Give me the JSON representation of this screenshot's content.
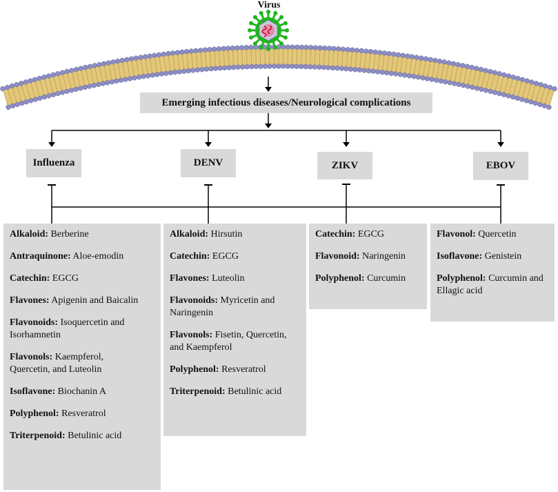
{
  "virus_label": "Virus",
  "disease_label": "Emerging infectious diseases/Neurological complications",
  "viruses": [
    {
      "name": "Influenza",
      "compounds": [
        {
          "class": "Alkaloid:",
          "names": "Berberine"
        },
        {
          "class": "Antraquinone:",
          "names": "Aloe-emodin"
        },
        {
          "class": "Catechin:",
          "names": "EGCG"
        },
        {
          "class": "Flavones:",
          "names": "Apigenin and Baicalin"
        },
        {
          "class": "Flavonoids:",
          "names": "Isoquercetin and Isorhamnetin"
        },
        {
          "class": "Flavonols:",
          "names": "Kaempferol, Quercetin, and Luteolin"
        },
        {
          "class": "Isoflavone:",
          "names": "Biochanin A"
        },
        {
          "class": "Polyphenol:",
          "names": "Resveratrol"
        },
        {
          "class": "Triterpenoid:",
          "names": "Betulinic acid"
        }
      ]
    },
    {
      "name": "DENV",
      "compounds": [
        {
          "class": "Alkaloid:",
          "names": "Hirsutin"
        },
        {
          "class": "Catechin:",
          "names": "EGCG"
        },
        {
          "class": "Flavones:",
          "names": "Luteolin"
        },
        {
          "class": "Flavonoids:",
          "names": "Myricetin and Naringenin"
        },
        {
          "class": "Flavonols:",
          "names": "Fisetin, Quercetin, and Kaempferol"
        },
        {
          "class": "Polyphenol:",
          "names": "Resveratrol"
        },
        {
          "class": "Triterpenoid:",
          "names": "Betulinic acid"
        }
      ]
    },
    {
      "name": "ZIKV",
      "compounds": [
        {
          "class": "Catechin:",
          "names": "EGCG"
        },
        {
          "class": "Flavonoid:",
          "names": "Naringenin"
        },
        {
          "class": "Polyphenol:",
          "names": "Curcumin"
        }
      ]
    },
    {
      "name": "EBOV",
      "compounds": [
        {
          "class": "Flavonol:",
          "names": "Quercetin"
        },
        {
          "class": "Isoflavone:",
          "names": "Genistein"
        },
        {
          "class": "Polyphenol:",
          "names": "Curcumin and Ellagic acid"
        }
      ]
    }
  ],
  "colors": {
    "membrane_head": "#8c8ec4",
    "membrane_tail": "#e3c77a",
    "virus_spike": "#1fb51f",
    "virus_capsid": "#c9c9de",
    "virus_core": "#e58bb4",
    "virus_rna": "#cc0000",
    "box_fill": "#d9d9d9"
  }
}
